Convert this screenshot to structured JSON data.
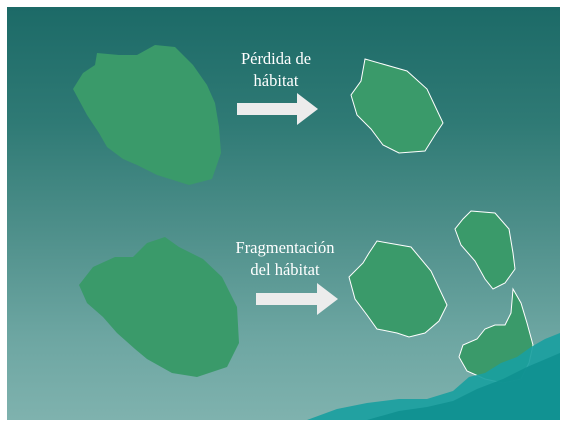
{
  "labels": {
    "habitat_loss": {
      "line1": "Pérdida de",
      "line2": "hábitat"
    },
    "fragmentation": {
      "line1": "Fragmentación",
      "line2": "del hábitat"
    }
  },
  "colors": {
    "background_top": "#1c6a67",
    "background_bottom": "#7fb2ae",
    "habitat_fill": "#3a9a6a",
    "habitat_outline": "#ffffff",
    "arrow_fill": "#ececec",
    "corner_decoration": "#1aa0a0"
  }
}
